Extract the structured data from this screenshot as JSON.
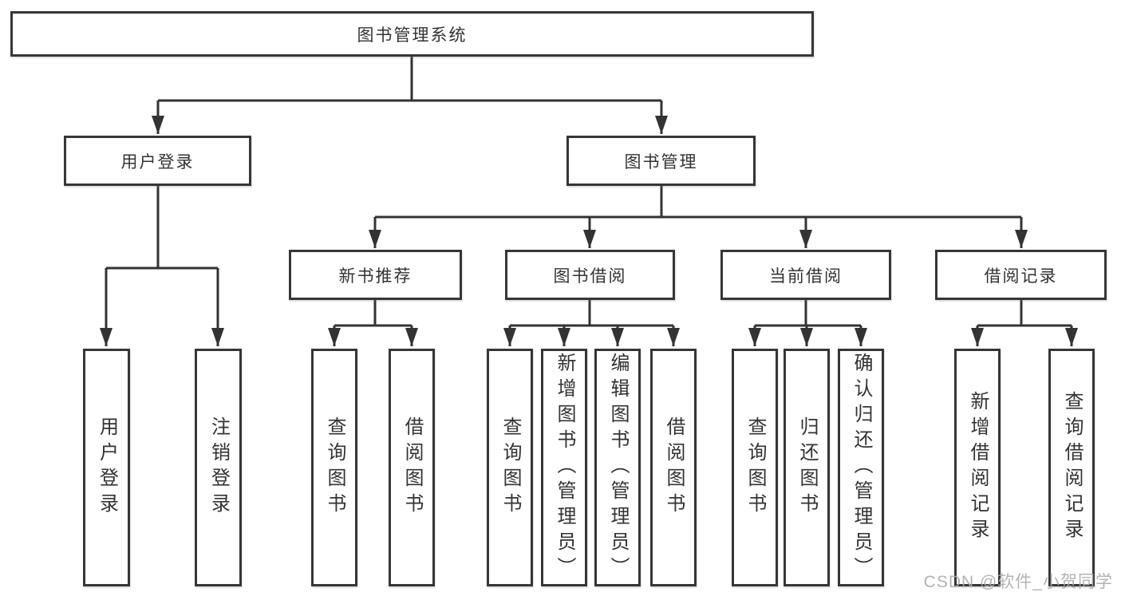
{
  "tree": {
    "root": "图书管理系统",
    "level2": [
      {
        "label": "用户登录",
        "children": [
          "用户登录",
          "注销登录"
        ]
      },
      {
        "label": "图书管理"
      }
    ],
    "level3": [
      {
        "label": "新书推荐",
        "children": [
          "查询图书",
          "借阅图书"
        ]
      },
      {
        "label": "图书借阅",
        "children": [
          "查询图书",
          "新增图书（管理员）",
          "编辑图书（管理员）",
          "借阅图书"
        ]
      },
      {
        "label": "当前借阅",
        "children": [
          "查询图书",
          "归还图书",
          "确认归还（管理员）"
        ]
      },
      {
        "label": "借阅记录",
        "children": [
          "新增借阅记录",
          "查询借阅记录"
        ]
      }
    ]
  },
  "watermark": {
    "text": "CSDN @软件_小贺同学"
  },
  "colors": {
    "line": "#333333",
    "box_border": "#363636",
    "background": "#ffffff",
    "watermark": "#ababab"
  }
}
